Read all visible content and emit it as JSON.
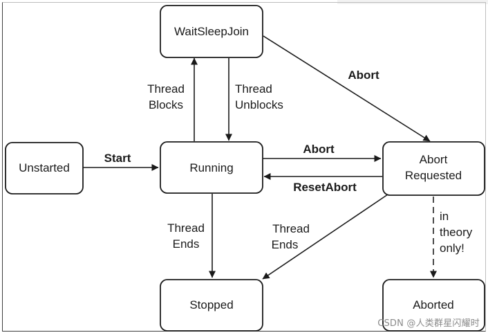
{
  "colors": {
    "stroke": "#1a1a1a",
    "box_fill": "#ffffff",
    "text": "#1a1a1a",
    "watermark": "#8a8a8a"
  },
  "nodes": {
    "waitsleepjoin": "WaitSleepJoin",
    "unstarted": "Unstarted",
    "running": "Running",
    "abort_requested": [
      "Abort",
      "Requested"
    ],
    "stopped": "Stopped",
    "aborted": "Aborted"
  },
  "edges": {
    "start": "Start",
    "abort_from_running": "Abort",
    "abort_from_wait": "Abort",
    "reset_abort": "ResetAbort",
    "thread_blocks": [
      "Thread",
      "Blocks"
    ],
    "thread_unblocks": [
      "Thread",
      "Unblocks"
    ],
    "thread_ends_running": [
      "Thread",
      "Ends"
    ],
    "thread_ends_abort": [
      "Thread",
      "Ends"
    ],
    "in_theory_only": [
      "in",
      "theory",
      "only!"
    ]
  },
  "watermark": "CSDN @人类群星闪耀时"
}
